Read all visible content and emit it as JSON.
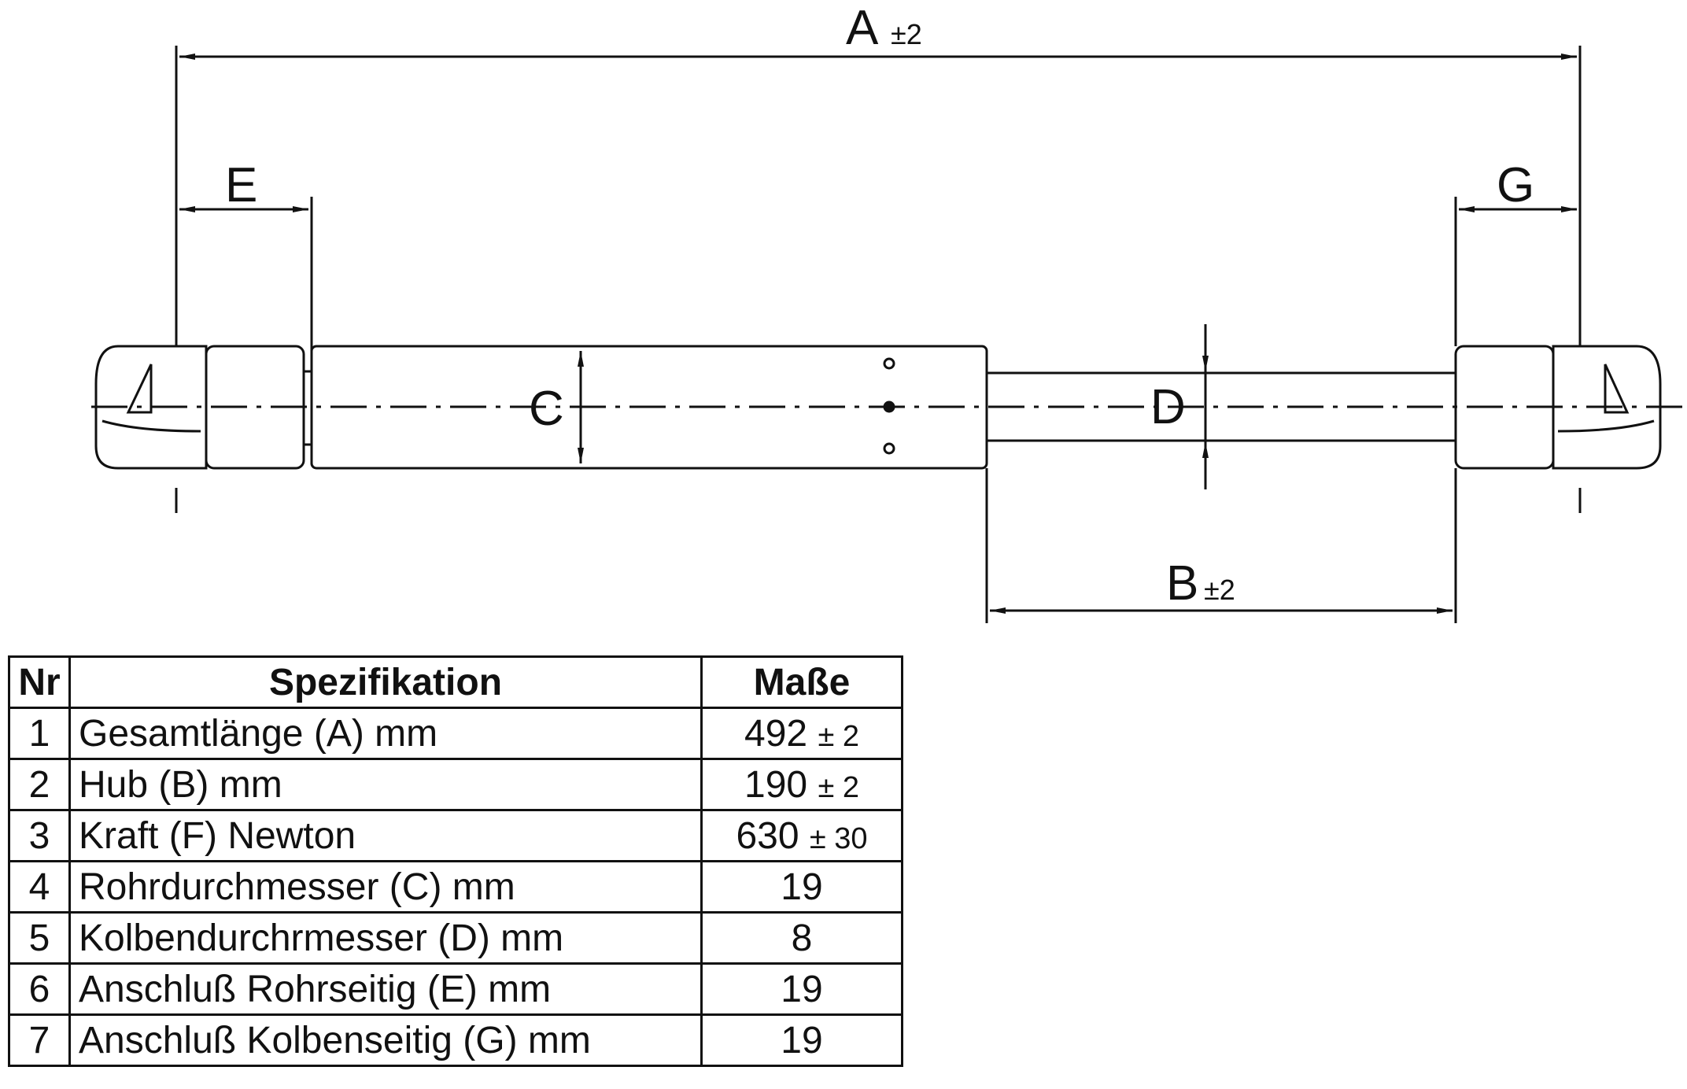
{
  "diagram": {
    "labels": {
      "A": "A",
      "A_tol": "±2",
      "B": "B",
      "B_tol": "±2",
      "C": "C",
      "D": "D",
      "E": "E",
      "G": "G"
    }
  },
  "table": {
    "headers": {
      "nr": "Nr",
      "spec": "Spezifikation",
      "value": "Maße"
    },
    "rows": [
      {
        "nr": "1",
        "spec": "Gesamtlänge (A) mm",
        "value": "492",
        "tol": "± 2"
      },
      {
        "nr": "2",
        "spec": "Hub (B)  mm",
        "value": "190",
        "tol": "± 2"
      },
      {
        "nr": "3",
        "spec": "Kraft (F) Newton",
        "value": "630",
        "tol": "± 30"
      },
      {
        "nr": "4",
        "spec": "Rohrdurchmesser (C) mm",
        "value": "19",
        "tol": ""
      },
      {
        "nr": "5",
        "spec": "Kolbendurchrmesser (D) mm",
        "value": "8",
        "tol": ""
      },
      {
        "nr": "6",
        "spec": "Anschluß Rohrseitig (E) mm",
        "value": "19",
        "tol": ""
      },
      {
        "nr": "7",
        "spec": "Anschluß Kolbenseitig (G) mm",
        "value": "19",
        "tol": ""
      }
    ]
  }
}
